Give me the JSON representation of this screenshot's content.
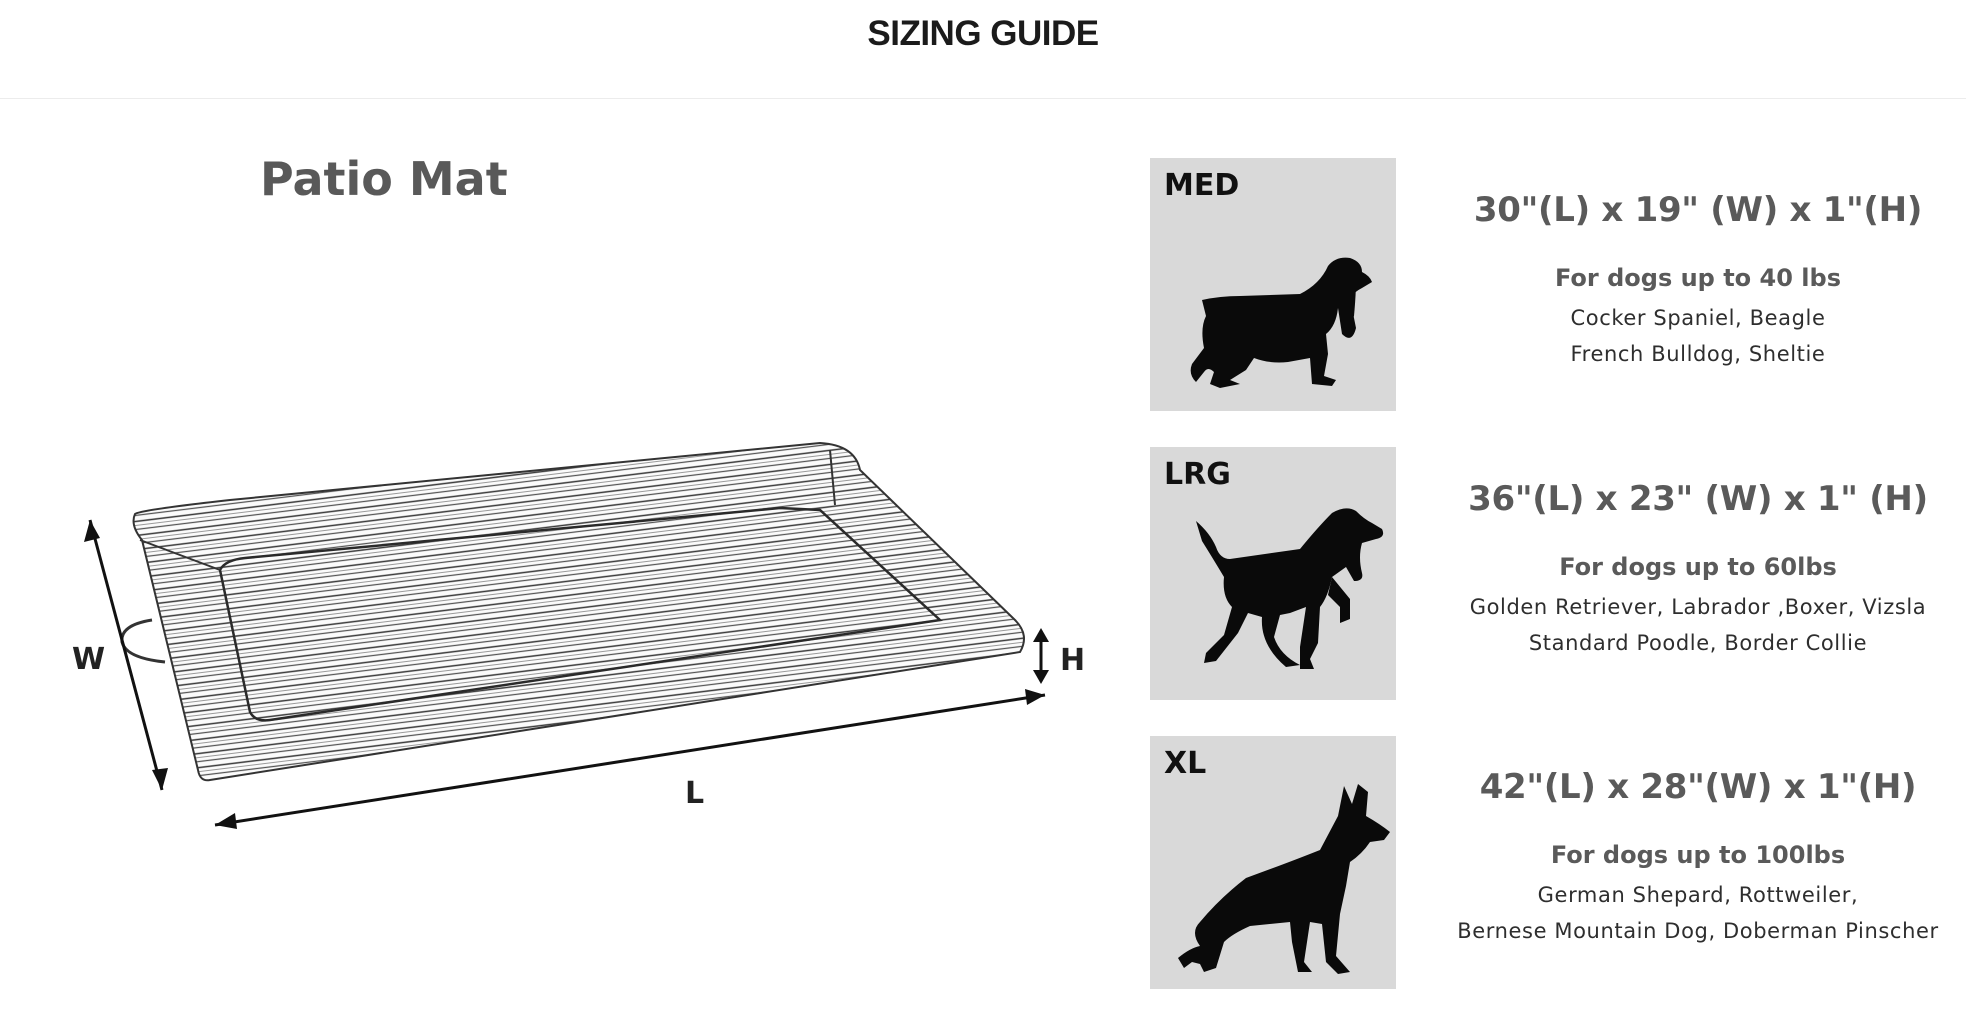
{
  "header": {
    "title": "SIZING GUIDE"
  },
  "product": {
    "title": "Patio Mat",
    "dimension_labels": {
      "width": "W",
      "height": "H",
      "length": "L"
    }
  },
  "sizes": [
    {
      "label": "MED",
      "dimensions": "30\"(L) x 19\" (W) x 1\"(H)",
      "weight": "For dogs up to 40 lbs",
      "breeds_line1": "Cocker Spaniel, Beagle",
      "breeds_line2": "French Bulldog, Sheltie",
      "icon": "cocker-spaniel-silhouette-icon"
    },
    {
      "label": "LRG",
      "dimensions": "36\"(L) x 23\" (W) x 1\" (H)",
      "weight": "For dogs up to 60lbs",
      "breeds_line1": "Golden Retriever, Labrador ,Boxer, Vizsla",
      "breeds_line2": "Standard Poodle, Border Collie",
      "icon": "pointer-dog-silhouette-icon"
    },
    {
      "label": "XL",
      "dimensions": "42\"(L) x 28\"(W) x 1\"(H)",
      "weight": "For dogs up to 100lbs",
      "breeds_line1": "German Shepard, Rottweiler,",
      "breeds_line2": "Bernese Mountain Dog, Doberman Pinscher",
      "icon": "german-shepherd-silhouette-icon"
    }
  ],
  "colors": {
    "size_box_bg": "#d9d9d9",
    "title_gray": "#595959",
    "silhouette": "#0a0a0a"
  }
}
